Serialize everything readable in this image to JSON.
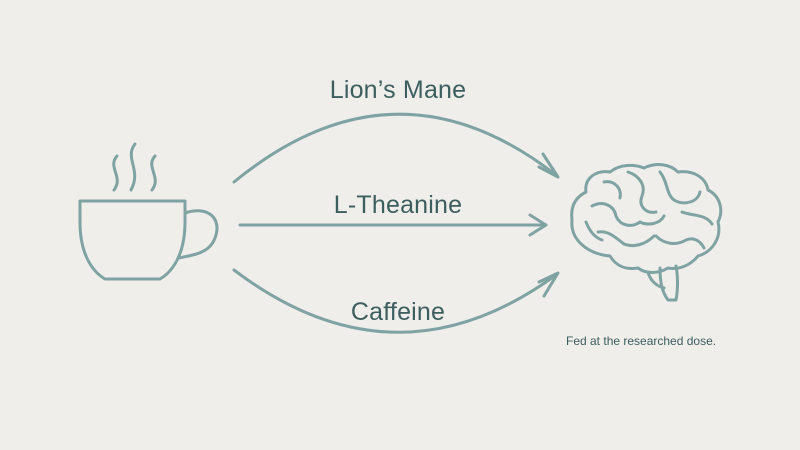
{
  "diagram": {
    "source": {
      "icon": "coffee-cup-icon"
    },
    "target": {
      "icon": "brain-icon",
      "caption": "Fed at the researched dose."
    },
    "pathways": [
      {
        "label": "Lion’s Mane"
      },
      {
        "label": "L-Theanine"
      },
      {
        "label": "Caffeine"
      }
    ],
    "colors": {
      "stroke": "#7fa3a3",
      "text": "#3c5e5e",
      "background": "#efeeea"
    }
  }
}
